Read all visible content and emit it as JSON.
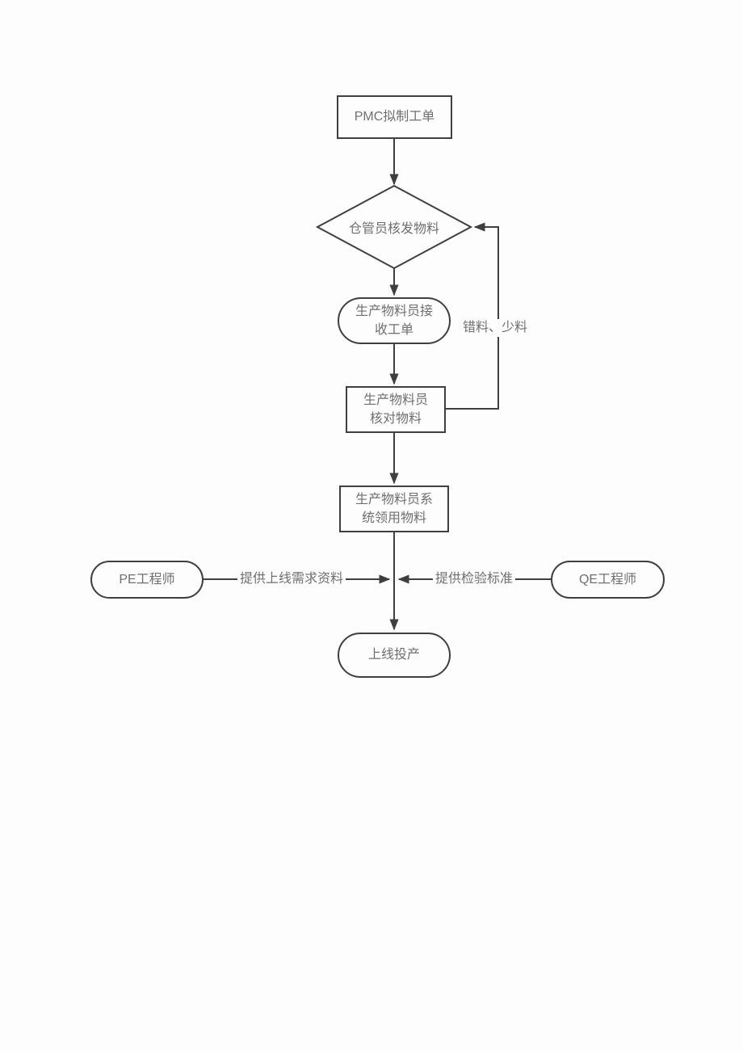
{
  "page": {
    "background": "#fdfdfd",
    "line_color": "#3f3f3f",
    "node_text_color": "#6f6f6f"
  },
  "nodes": {
    "pmc": {
      "type": "process",
      "label": "PMC拟制工单"
    },
    "warehouse_issue": {
      "type": "decision",
      "label": "仓管员核发物料"
    },
    "receive_order": {
      "type": "terminator",
      "line1": "生产物料员接",
      "line2": "收工单"
    },
    "verify_material": {
      "type": "process",
      "line1": "生产物料员",
      "line2": "核对物料"
    },
    "system_claim": {
      "type": "process",
      "line1": "生产物料员系",
      "line2": "统领用物料"
    },
    "pe_engineer": {
      "type": "terminator",
      "label": "PE工程师"
    },
    "qe_engineer": {
      "type": "terminator",
      "label": "QE工程师"
    },
    "launch": {
      "type": "terminator",
      "label": "上线投产"
    }
  },
  "edge_labels": {
    "wrong_or_short": "错料、少料",
    "pe_provides": "提供上线需求资料",
    "qe_provides": "提供检验标准"
  }
}
